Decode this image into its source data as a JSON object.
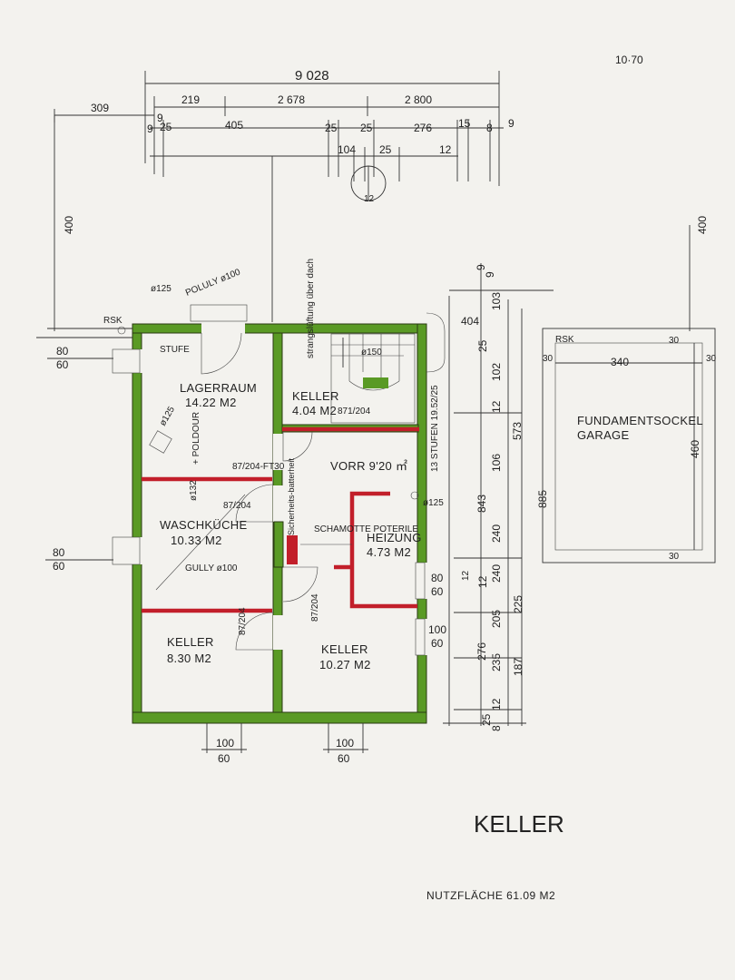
{
  "header": {
    "date": "10·70"
  },
  "dims_top": {
    "total": "9 028",
    "a": "219",
    "b": "2 678",
    "c": "2 800",
    "d": "309",
    "e": "9",
    "f": "405",
    "g": "25",
    "h": "25",
    "i": "276",
    "j": "15",
    "k": "9",
    "l": "9",
    "m": "25",
    "n": "8",
    "o": "104",
    "p": "25",
    "q": "12",
    "r": "12"
  },
  "dims_left": {
    "a": "400",
    "b": "80",
    "c": "60",
    "d": "80",
    "e": "60"
  },
  "dims_right": {
    "a": "404",
    "b": "103",
    "c": "9",
    "d": "9",
    "e": "25",
    "f": "102",
    "g": "12",
    "h": "106",
    "i": "573",
    "j": "885",
    "k": "843",
    "l": "240",
    "m": "240",
    "n": "12",
    "o": "205",
    "p": "225",
    "q": "276",
    "r": "235",
    "s": "187",
    "t": "12",
    "u": "25",
    "v": "8"
  },
  "dims_bottom": {
    "a": "100",
    "b": "60",
    "c": "100",
    "d": "60"
  },
  "windows_right": {
    "a": "80",
    "b": "60",
    "c": "100",
    "d": "60"
  },
  "notes": {
    "rsk_left": "RSK",
    "pipe_125_top": "ø125",
    "poluly": "POLULY ø100",
    "ventilation": "strangslüftung über dach",
    "stufe": "STUFE",
    "pipe_150": "ø150",
    "pipe_125": "ø125",
    "poldour": "+ POLDOUR",
    "pipe_132": "ø132",
    "door_1": "87/204-FT30",
    "door_2": "871/204",
    "door_3": "87/204",
    "door_4": "87/204",
    "door_5": "87/204",
    "stufen": "13 STUFEN 19.52/25",
    "sicherheit": "Sicherheits-batterheit",
    "schamotte": "SCHAMOTTE POTERILE",
    "gully": "GULLY ø100",
    "pipe_125_right": "ø125",
    "pipe_12": "12"
  },
  "rooms": {
    "lagerraum": {
      "name": "LAGERRAUM",
      "area": "14.22 M2"
    },
    "keller_top": {
      "name": "KELLER",
      "area": "4.04 M2"
    },
    "vorr": {
      "name": "VORR 9'20 ㎡"
    },
    "waschkueche": {
      "name": "WASCHKÜCHE",
      "area": "10.33 M2"
    },
    "heizung": {
      "name": "HEIZUNG",
      "area": "4.73 M2"
    },
    "keller_bl": {
      "name": "KELLER",
      "area": "8.30 M2"
    },
    "keller_br": {
      "name": "KELLER",
      "area": "10.27 M2"
    }
  },
  "garage": {
    "rsk": "RSK",
    "top_dim": "400",
    "w30a": "30",
    "w30b": "30",
    "w30c": "30",
    "w30d": "30",
    "width": "340",
    "height": "460",
    "label1": "FUNDAMENTSOCKEL",
    "label2": "GARAGE"
  },
  "title": "KELLER",
  "nutzflaeche": "NUTZFLÄCHE 61.09 M2"
}
